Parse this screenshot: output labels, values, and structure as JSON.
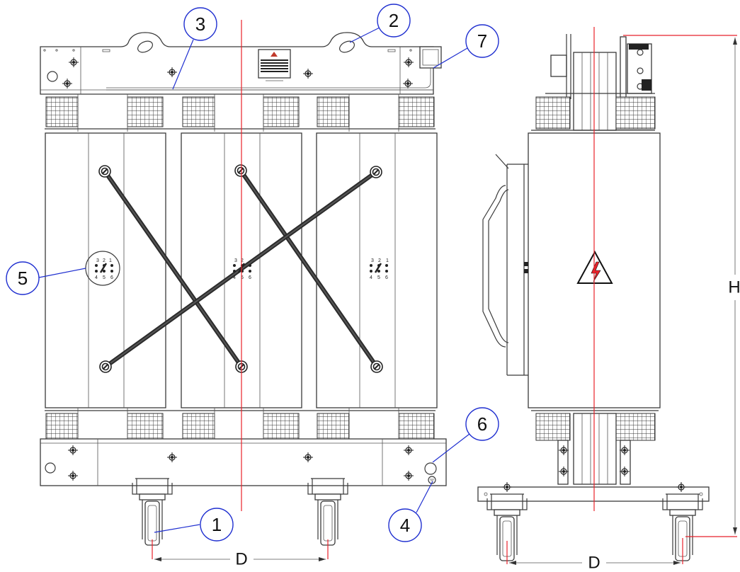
{
  "callouts": [
    {
      "id": "1",
      "label": "1"
    },
    {
      "id": "2",
      "label": "2"
    },
    {
      "id": "3",
      "label": "3"
    },
    {
      "id": "4",
      "label": "4"
    },
    {
      "id": "5",
      "label": "5"
    },
    {
      "id": "6",
      "label": "6"
    },
    {
      "id": "7",
      "label": "7"
    }
  ],
  "dimensions": {
    "front_width": "D",
    "side_width": "D",
    "height": "H"
  },
  "tap_labels": {
    "top": [
      "3",
      "2",
      "1"
    ],
    "bottom": [
      "4",
      "5",
      "6"
    ]
  },
  "colors": {
    "axis": "#e8222a",
    "leader": "#1f2fd0",
    "outline": "#3a3a3a"
  },
  "icons": {
    "warning": "high-voltage-warning-icon",
    "logo": "manufacturer-nameplate"
  }
}
